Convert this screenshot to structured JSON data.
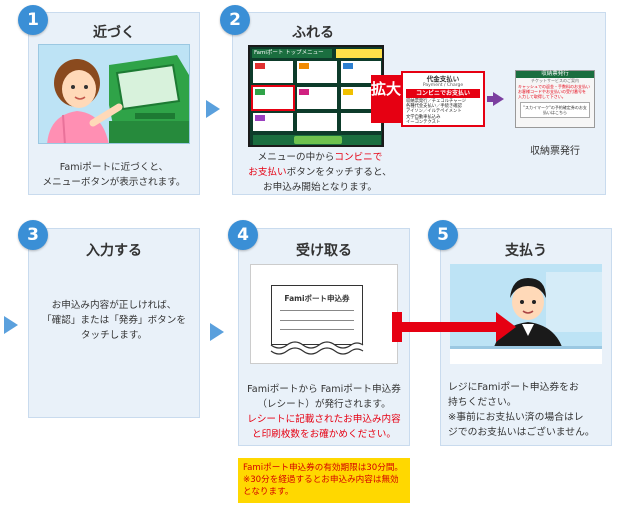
{
  "steps": [
    {
      "number": "1",
      "title": "近づく",
      "caption": [
        "Famiポートに近づくと、",
        "メニューボタンが表示されます。"
      ]
    },
    {
      "number": "2",
      "title": "ふれる",
      "caption_line1_black": "メニューの中から",
      "caption_line1_red": "コンビニで",
      "caption_line2_red": "お支払い",
      "caption_line2_black": "ボタンをタッチすると、",
      "caption_line3": "お申込み開始となります。",
      "zoom_label": "拡大",
      "menu_header": "Famiポート トップメニュー",
      "menu_card_title": "代金支払い",
      "menu_card_sub": "Payment / Charge",
      "menu_card_button": "コンビニでお支払い",
      "menu_card_items": [
        "収納票発行／チェコルチャージ",
        "各種代金支払い／手続き確認",
        "アイソン／イルテペイメント",
        "文学自動車払込み",
        "イーコンテクスト"
      ],
      "slip_title": "収納票発行",
      "slip_sub": "チケットサービスのご案内",
      "slip_text": [
        "キャッシュでの返金・手数料のお支払い",
        "お客様コードやお支払いの受付番号を",
        "入力して取得して下さい。"
      ],
      "slip_box": "\"スカイマーク\"の予約確定券のお支払いはこちら",
      "issue_label": "収納票発行"
    },
    {
      "number": "3",
      "title": "入力する",
      "caption": [
        "お申込み内容が正しければ、",
        "「確認」または「発券」ボタンを",
        "タッチします。"
      ]
    },
    {
      "number": "4",
      "title": "受け取る",
      "ticket_label": "Famiポート申込券",
      "caption_black": [
        "Famiポートから Famiポート申込券",
        "（レシート）が発行されます。"
      ],
      "caption_red": [
        "レシートに記載されたお申込み内容",
        "と印刷枚数をお確かめください。"
      ],
      "note": [
        "Famiポート申込券の有効期限は30分間。",
        "※30分を経過するとお申込み内容は無効",
        "となります。"
      ]
    },
    {
      "number": "5",
      "title": "支払う",
      "caption": [
        "レジにFamiポート申込券をお",
        "持ちください。",
        "※事前にお支払い済の場合はレ",
        "ジでのお支払いはございません。"
      ]
    }
  ],
  "colors": {
    "badge": "#3a8fd6",
    "panel": "#e9f1f9",
    "arrow": "#5aa0dd",
    "red": "#e60012",
    "note_bg": "#ffd800",
    "kiosk": "#2fa348"
  }
}
